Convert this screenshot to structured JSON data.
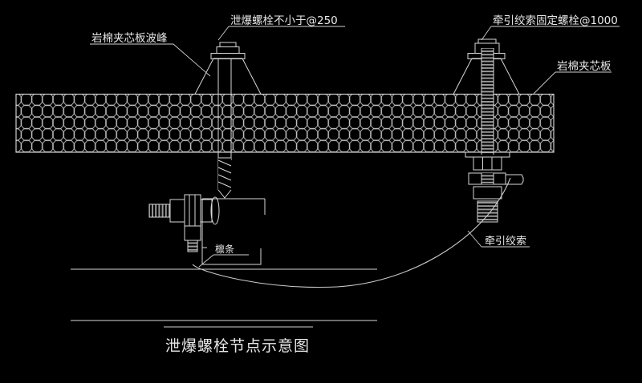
{
  "drawing": {
    "background_color": "#000000",
    "line_color": "#d8d8d8",
    "title": "泄爆螺栓节点示意图",
    "labels": {
      "panel_crest": "岩棉夹芯板波峰",
      "vent_bolt": "泄爆螺栓不小于@250",
      "cable_fix_bolt": "牵引绞索固定螺栓@1000",
      "sandwich_panel": "岩棉夹芯板",
      "traction_cable": "牵引绞索",
      "purlin": "檩条"
    }
  }
}
